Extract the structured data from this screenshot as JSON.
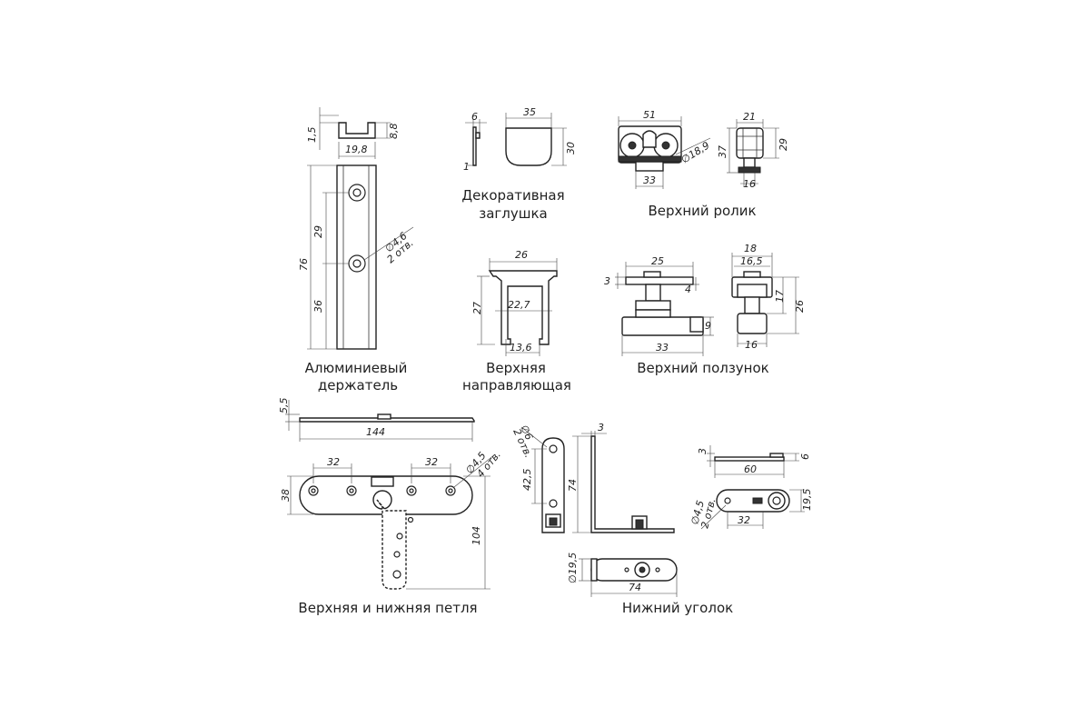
{
  "captions": {
    "holder_line1": "Алюминиевый",
    "holder_line2": "держатель",
    "plug_line1": "Декоративная",
    "plug_line2": "заглушка",
    "top_roller": "Верхний ролик",
    "guide_line1": "Верхняя",
    "guide_line2": "направляющая",
    "top_slider": "Верхний ползунок",
    "hinge": "Верхняя и нижняя петля",
    "corner": "Нижний уголок"
  },
  "dims": {
    "h_1_5": "1,5",
    "h_8_8": "8,8",
    "h_19_8": "19,8",
    "h_29": "29",
    "h_76": "76",
    "h_36": "36",
    "h_d46": "∅4,6",
    "h_2otv": "2 отв.",
    "p_6": "6",
    "p_35": "35",
    "p_30": "30",
    "p_1": "1",
    "r_51": "51",
    "r_d189": "∅18,9",
    "r_33": "33",
    "r_21": "21",
    "r_37": "37",
    "r_29": "29",
    "r_16": "16",
    "g_26": "26",
    "g_27": "27",
    "g_22_7": "22,7",
    "g_13_6": "13,6",
    "s_25": "25",
    "s_3": "3",
    "s_4": "4",
    "s_9": "9",
    "s_33": "33",
    "s_18": "18",
    "s_16_5": "16,5",
    "s_17": "17",
    "s_26": "26",
    "s_16": "16",
    "l_5_5": "5,5",
    "l_144": "144",
    "l_32a": "32",
    "l_32b": "32",
    "l_d45": "∅4,5",
    "l_4otv": "4 отв.",
    "l_38": "38",
    "l_104": "104",
    "c_d6": "∅6",
    "c_2otv": "2 отв.",
    "c_42_5": "42,5",
    "c_74": "74",
    "c_3": "3",
    "c_d195": "∅19,5",
    "c_74b": "74",
    "c_3b": "3",
    "c_6": "6",
    "c_60": "60",
    "c_d45": "∅4,5",
    "c_2otvb": "2 отв.",
    "c_32": "32",
    "c_19_5": "19,5"
  }
}
